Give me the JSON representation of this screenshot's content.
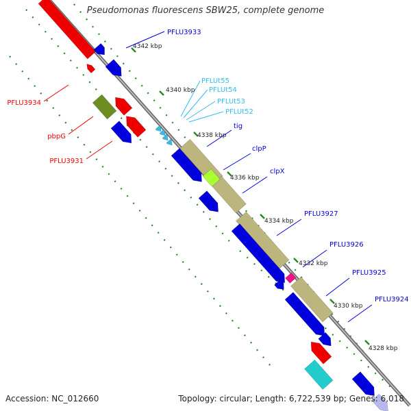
{
  "title": "Pseudomonas fluorescens SBW25, complete genome",
  "footer": {
    "accession": "Accession: NC_012660",
    "summary": "Topology: circular; Length: 6,722,539 bp; Genes: 6,018"
  },
  "colors": {
    "forward": "#0000dd",
    "reverse": "#ee0000",
    "trna": "#33bbee",
    "cds_tan": "#bdb57e",
    "olive": "#6b8e23",
    "lime": "#aaff33",
    "magenta": "#ee1188",
    "cyan": "#22cccc",
    "backbone": "#888888",
    "ruler": "#228822"
  },
  "ruler_labels": [
    "4342 kbp",
    "4340 kbp",
    "4338 kbp",
    "4336 kbp",
    "4334 kbp",
    "4332 kbp",
    "4330 kbp",
    "4328 kbp"
  ],
  "gene_labels": [
    {
      "text": "PFLU3933",
      "kind": "forward"
    },
    {
      "text": "PFLUt55",
      "kind": "trna"
    },
    {
      "text": "PFLUt54",
      "kind": "trna"
    },
    {
      "text": "PFLUt53",
      "kind": "trna"
    },
    {
      "text": "PFLUt52",
      "kind": "trna"
    },
    {
      "text": "tig",
      "kind": "forward"
    },
    {
      "text": "clpP",
      "kind": "forward"
    },
    {
      "text": "clpX",
      "kind": "forward"
    },
    {
      "text": "PFLU3927",
      "kind": "forward"
    },
    {
      "text": "PFLU3926",
      "kind": "forward"
    },
    {
      "text": "PFLU3925",
      "kind": "forward"
    },
    {
      "text": "PFLU3924",
      "kind": "forward"
    },
    {
      "text": "PFLU3934",
      "kind": "reverse"
    },
    {
      "text": "pbpG",
      "kind": "reverse"
    },
    {
      "text": "PFLU3931",
      "kind": "reverse"
    }
  ]
}
